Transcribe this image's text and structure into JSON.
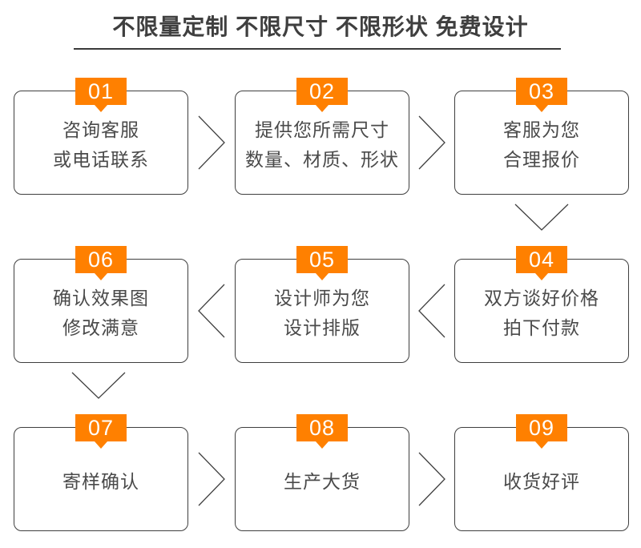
{
  "title": {
    "text": "不限量定制 不限尺寸 不限形状 免费设计"
  },
  "colors": {
    "accent": "#ff8000",
    "line": "#3f3f3f",
    "text": "#4a4a4a",
    "title": "#3f3f3f"
  },
  "steps": [
    {
      "number": "01",
      "line1": "咨询客服",
      "line2": "或电话联系"
    },
    {
      "number": "02",
      "line1": "提供您所需尺寸",
      "line2": "数量、材质、形状"
    },
    {
      "number": "03",
      "line1": "客服为您",
      "line2": "合理报价"
    },
    {
      "number": "04",
      "line1": "双方谈好价格",
      "line2": "拍下付款"
    },
    {
      "number": "05",
      "line1": "设计师为您",
      "line2": "设计排版"
    },
    {
      "number": "06",
      "line1": "确认效果图",
      "line2": "修改满意"
    },
    {
      "number": "07",
      "line1": "寄样确认",
      "line2": ""
    },
    {
      "number": "08",
      "line1": "生产大货",
      "line2": ""
    },
    {
      "number": "09",
      "line1": "收货好评",
      "line2": ""
    }
  ]
}
